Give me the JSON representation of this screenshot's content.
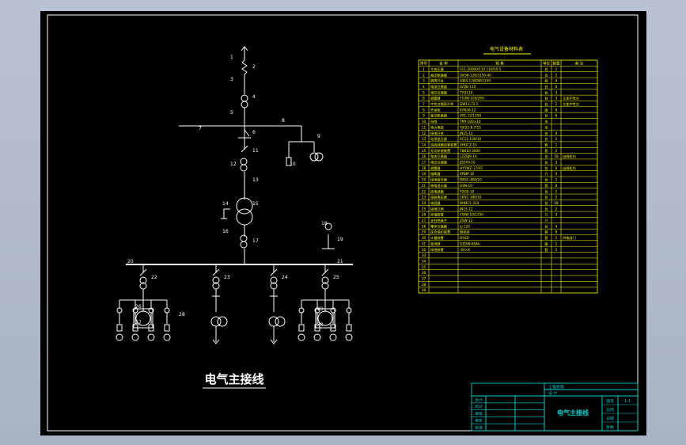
{
  "drawing": {
    "title": "电气主接线",
    "table_title": "电气设备材料表",
    "table_headers": [
      "序号",
      "名 称",
      "规 格",
      "单位",
      "数量",
      "备 注"
    ],
    "table_rows": [
      {
        "no": "1",
        "name": "主变压器",
        "spec": "S11-20000/110 110/10.5",
        "unit": "台",
        "qty": "1",
        "note": ""
      },
      {
        "no": "2",
        "name": "高压断路器",
        "spec": "LW36-126/3150-40",
        "unit": "台",
        "qty": "2",
        "note": ""
      },
      {
        "no": "3",
        "name": "隔离开关",
        "spec": "GW4-126DW/1250",
        "unit": "组",
        "qty": "4",
        "note": ""
      },
      {
        "no": "4",
        "name": "电流互感器",
        "spec": "LVQB-110",
        "unit": "台",
        "qty": "6",
        "note": ""
      },
      {
        "no": "5",
        "name": "电压互感器",
        "spec": "TYD110",
        "unit": "台",
        "qty": "3",
        "note": ""
      },
      {
        "no": "6",
        "name": "避雷器",
        "spec": "Y10W-100/260",
        "unit": "台",
        "qty": "3",
        "note": "主变中性点"
      },
      {
        "no": "7",
        "name": "中性点隔离开关",
        "spec": "GW13-72.5",
        "unit": "台",
        "qty": "1",
        "note": "主变中性点"
      },
      {
        "no": "8",
        "name": "开关柜",
        "spec": "KYN28-12",
        "unit": "面",
        "qty": "8",
        "note": ""
      },
      {
        "no": "9",
        "name": "真空断路器",
        "spec": "VS1-12/1250",
        "unit": "台",
        "qty": "6",
        "note": ""
      },
      {
        "no": "10",
        "name": "母线",
        "spec": "TMY-100×10",
        "unit": "米",
        "qty": "",
        "note": ""
      },
      {
        "no": "11",
        "name": "电力电缆",
        "spec": "YJV22-8.7/15",
        "unit": "米",
        "qty": "",
        "note": ""
      },
      {
        "no": "12",
        "name": "接地开关",
        "spec": "JN15-12",
        "unit": "台",
        "qty": "4",
        "note": ""
      },
      {
        "no": "13",
        "name": "站用变压器",
        "spec": "SC11-100/10",
        "unit": "台",
        "qty": "1",
        "note": ""
      },
      {
        "no": "14",
        "name": "消弧线圈成套装置",
        "spec": "XHDCZ-10",
        "unit": "套",
        "qty": "1",
        "note": ""
      },
      {
        "no": "15",
        "name": "无功补偿装置",
        "spec": "TBB10-3000",
        "unit": "套",
        "qty": "2",
        "note": ""
      },
      {
        "no": "16",
        "name": "电流互感器",
        "spec": "LZZBJ9-10",
        "unit": "台",
        "qty": "18",
        "note": "出线柜内"
      },
      {
        "no": "17",
        "name": "电压互感器",
        "spec": "JDZX9-10",
        "unit": "台",
        "qty": "3",
        "note": ""
      },
      {
        "no": "18",
        "name": "避雷器",
        "spec": "HY5WZ-17/45",
        "unit": "台",
        "qty": "6",
        "note": "出线柜内"
      },
      {
        "no": "19",
        "name": "熔断器",
        "spec": "XRNP-10",
        "unit": "只",
        "qty": "3",
        "note": ""
      },
      {
        "no": "20",
        "name": "接地变压器",
        "spec": "DKSC-400/10",
        "unit": "台",
        "qty": "1",
        "note": ""
      },
      {
        "no": "21",
        "name": "带电显示器",
        "spec": "GSN-10",
        "unit": "套",
        "qty": "8",
        "note": ""
      },
      {
        "no": "22",
        "name": "放电线圈",
        "spec": "FDGE-10",
        "unit": "台",
        "qty": "2",
        "note": ""
      },
      {
        "no": "23",
        "name": "串联电抗器",
        "spec": "CKSC-180/10",
        "unit": "台",
        "qty": "2",
        "note": ""
      },
      {
        "no": "24",
        "name": "电容器",
        "spec": "BAM11-334",
        "unit": "台",
        "qty": "18",
        "note": ""
      },
      {
        "no": "25",
        "name": "接地刀闸",
        "spec": "JN15-12",
        "unit": "台",
        "qty": "2",
        "note": ""
      },
      {
        "no": "26",
        "name": "穿墙套管",
        "spec": "CWW-10/1250",
        "unit": "只",
        "qty": "3",
        "note": ""
      },
      {
        "no": "27",
        "name": "支柱绝缘子",
        "spec": "ZSW-12",
        "unit": "只",
        "qty": "",
        "note": ""
      },
      {
        "no": "28",
        "name": "零序互感器",
        "spec": "LJ-120",
        "unit": "台",
        "qty": "4",
        "note": ""
      },
      {
        "no": "29",
        "name": "综合保护装置",
        "spec": "微机型",
        "unit": "套",
        "qty": "8",
        "note": ""
      },
      {
        "no": "30",
        "name": "计量装置",
        "spec": "DSSD",
        "unit": "套",
        "qty": "2",
        "note": "供电部门"
      },
      {
        "no": "31",
        "name": "直流屏",
        "spec": "GZDW-65Ah",
        "unit": "面",
        "qty": "1",
        "note": ""
      },
      {
        "no": "32",
        "name": "接地装置",
        "spec": "-60×6",
        "unit": "套",
        "qty": "1",
        "note": ""
      },
      {
        "no": "33",
        "name": "",
        "spec": "",
        "unit": "",
        "qty": "",
        "note": ""
      },
      {
        "no": "34",
        "name": "",
        "spec": "",
        "unit": "",
        "qty": "",
        "note": ""
      },
      {
        "no": "35",
        "name": "",
        "spec": "",
        "unit": "",
        "qty": "",
        "note": ""
      },
      {
        "no": "36",
        "name": "",
        "spec": "",
        "unit": "",
        "qty": "",
        "note": ""
      },
      {
        "no": "37",
        "name": "",
        "spec": "",
        "unit": "",
        "qty": "",
        "note": ""
      },
      {
        "no": "38",
        "name": "",
        "spec": "",
        "unit": "",
        "qty": "",
        "note": ""
      },
      {
        "no": "39",
        "name": "",
        "spec": "",
        "unit": "",
        "qty": "",
        "note": ""
      }
    ],
    "title_block": {
      "project": "工程名称",
      "section": "设 计",
      "sheet_name": "电气主接线",
      "left_labels": [
        "设计",
        "校对",
        "审核",
        "审定",
        "批准"
      ],
      "right_labels": [
        "图号",
        "比例",
        "日期",
        "张数"
      ],
      "right_values": [
        "1-1",
        "",
        "",
        ""
      ]
    },
    "callouts": [
      "1",
      "2",
      "3",
      "4",
      "5",
      "6",
      "7",
      "8",
      "9",
      "10",
      "11",
      "12",
      "13",
      "14",
      "15",
      "16",
      "17",
      "18",
      "19",
      "20",
      "21",
      "22",
      "23",
      "24",
      "25",
      "26",
      "27",
      "28",
      "29",
      "30"
    ],
    "colors": {
      "line": "#ffffff",
      "table": "#ffff00",
      "titleblock": "#00d0d0",
      "background": "#000000"
    }
  }
}
